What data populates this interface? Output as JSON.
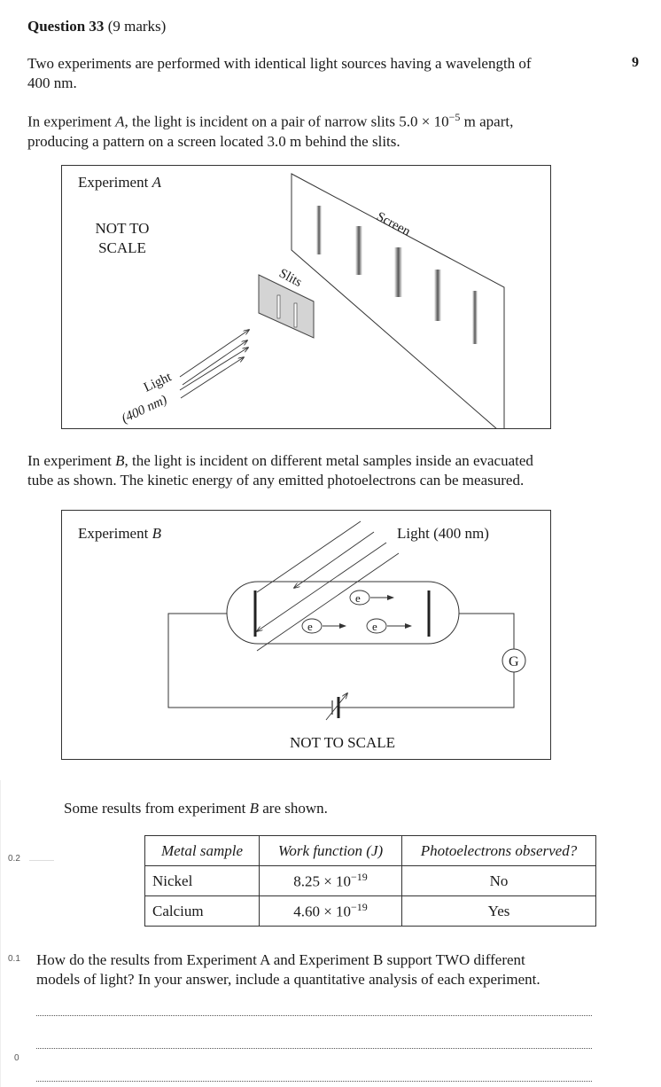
{
  "question": {
    "title": "Question 33",
    "marks": "(9 marks)",
    "side_marks": "9",
    "intro_1": "Two experiments are performed with identical light sources having a wavelength of",
    "intro_2": "400 nm.",
    "expA_1a": "In experiment ",
    "expA_1b": "A",
    "expA_1c": ", the light is incident on a pair of narrow slits 5.0 × 10",
    "expA_1exp": "−5",
    "expA_1d": " m apart,",
    "expA_2": "producing a pattern on a screen located 3.0 m behind the slits.",
    "expB_1a": "In experiment ",
    "expB_1b": "B",
    "expB_1c": ", the light is incident on different metal samples inside an evacuated",
    "expB_2": "tube as shown. The kinetic energy of any emitted photoelectrons can be measured.",
    "results_a": "Some results from experiment ",
    "results_b": "B",
    "results_c": " are shown.",
    "prompt_1": "How do the results from Experiment A and Experiment B support TWO different",
    "prompt_2": "models of light? In your answer, include a quantitative analysis of each experiment."
  },
  "diagramA": {
    "label_a": "Experiment ",
    "label_b": "A",
    "scale_1": "NOT TO",
    "scale_2": "SCALE",
    "screen": "Screen",
    "slits": "Slits",
    "light_1": "Light",
    "light_2": "(400 nm)"
  },
  "diagramB": {
    "label_a": "Experiment ",
    "label_b": "B",
    "light": "Light (400 nm)",
    "electron": "e",
    "galvanometer": "G",
    "scale": "NOT TO SCALE"
  },
  "table": {
    "headers": [
      "Metal sample",
      "Work function (J)",
      "Photoelectrons observed?"
    ],
    "rows": [
      {
        "metal": "Nickel",
        "wf_base": "8.25 × 10",
        "wf_exp": "−19",
        "obs": "No"
      },
      {
        "metal": "Calcium",
        "wf_base": "4.60 × 10",
        "wf_exp": "−19",
        "obs": "Yes"
      }
    ]
  },
  "axis": {
    "t02": "0.2",
    "t01": "0.1",
    "t0": "0"
  }
}
